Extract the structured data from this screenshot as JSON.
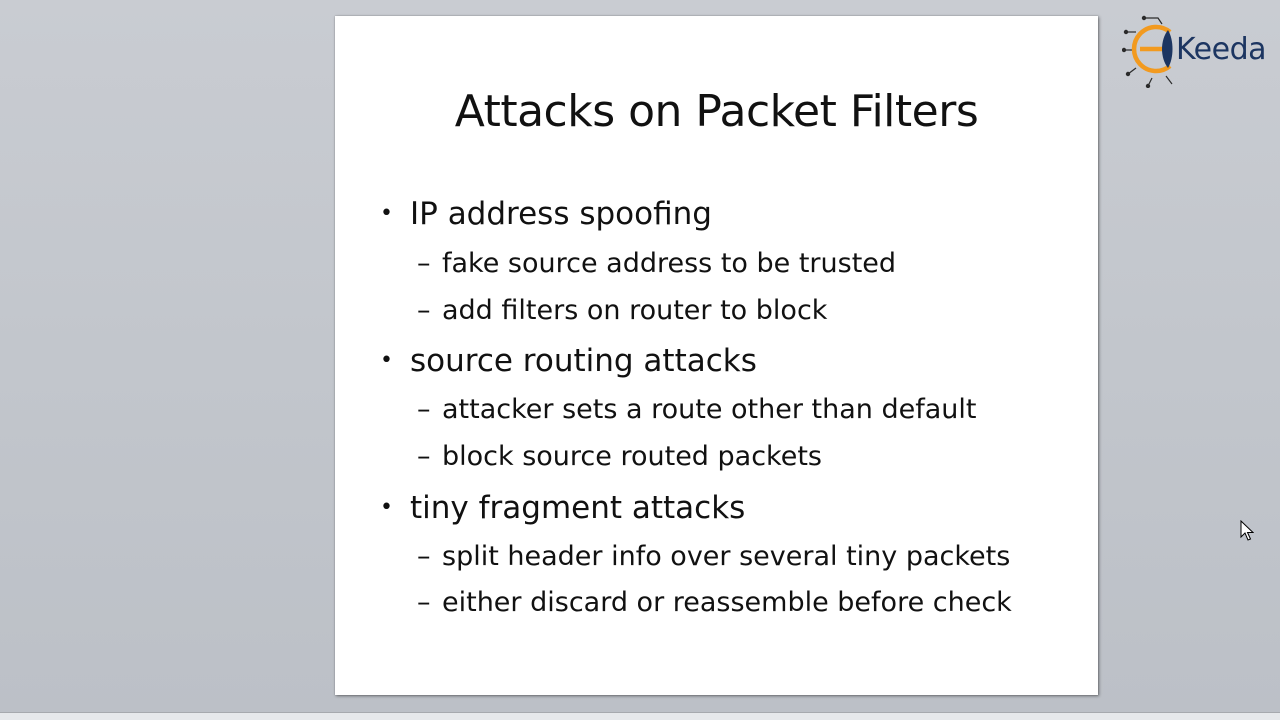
{
  "slide": {
    "title": "Attacks on Packet Filters",
    "bullets": [
      {
        "text": "IP address spoofing",
        "subs": [
          "fake source address to be trusted",
          "add filters on router to block"
        ]
      },
      {
        "text": "source routing attacks",
        "subs": [
          "attacker sets a route other than default",
          "block source routed packets"
        ]
      },
      {
        "text": "tiny fragment attacks",
        "subs": [
          "split header info over several tiny packets",
          "either discard or reassemble before check"
        ]
      }
    ],
    "bullet_marker": "•",
    "sub_marker": "–"
  },
  "logo": {
    "text": "Keeda",
    "letter_e_color": "#f29a1f",
    "brand_color": "#1c3561"
  },
  "cursor": {
    "icon": "mouse-pointer-icon"
  }
}
